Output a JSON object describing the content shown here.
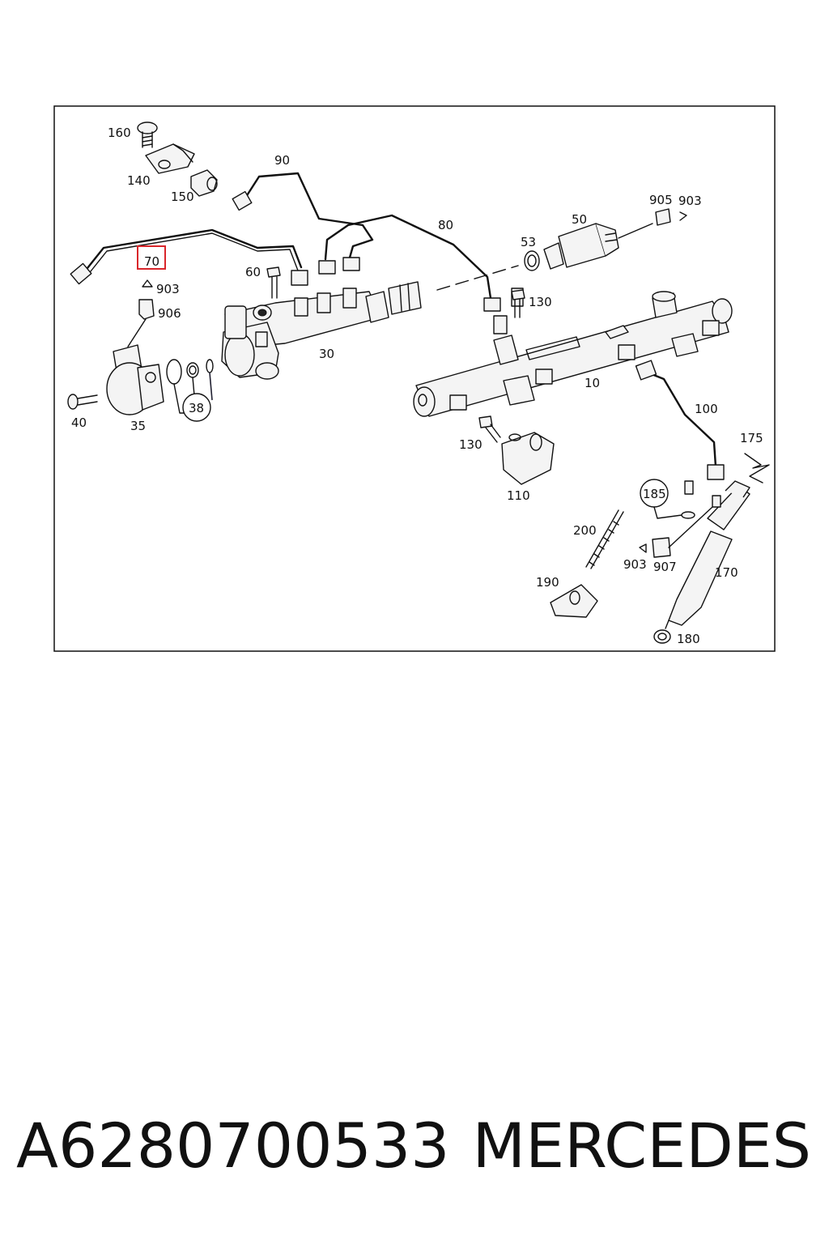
{
  "diagram": {
    "highlight_color": "#d9262b",
    "highlighted_callout": "70",
    "callouts": [
      "160",
      "140",
      "150",
      "90",
      "80",
      "50",
      "905",
      "903",
      "53",
      "70",
      "60",
      "903",
      "906",
      "130",
      "30",
      "10",
      "35",
      "38",
      "40",
      "100",
      "175",
      "130",
      "110",
      "185",
      "200",
      "903",
      "907",
      "170",
      "190",
      "180"
    ]
  },
  "footer": {
    "part_number": "A6280700533",
    "brand": "MERCEDES"
  }
}
